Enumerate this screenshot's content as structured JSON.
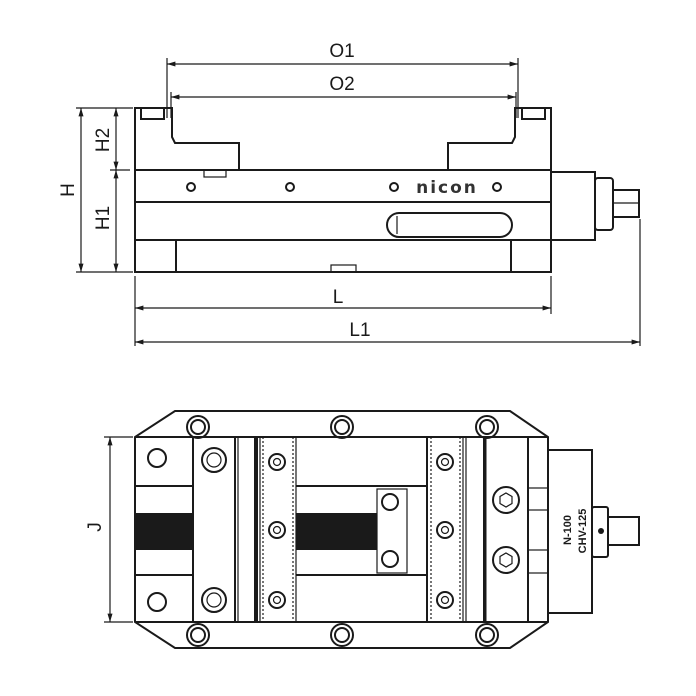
{
  "dimensions": {
    "o1": "O1",
    "o2": "O2",
    "h": "H",
    "h1": "H1",
    "h2": "H2",
    "l": "L",
    "l1": "L1",
    "j": "J"
  },
  "side_view": {
    "brand": "nicon"
  },
  "top_view": {
    "model_1": "N-100",
    "model_2": "CHV-125"
  },
  "colors": {
    "line": "#1a1a1a",
    "background": "#ffffff"
  }
}
